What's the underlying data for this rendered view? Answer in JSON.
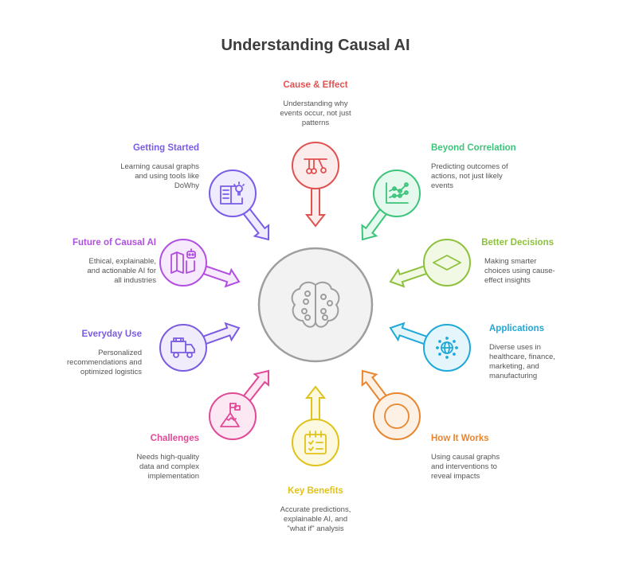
{
  "title": "Understanding Causal AI",
  "center": {
    "icon": "brain-circuit-icon",
    "color": "#9e9e9e",
    "fill": "#f2f2f2"
  },
  "nodes": [
    {
      "id": "cause-effect",
      "title": "Cause & Effect",
      "description": [
        "Understanding why",
        "events occur, not just",
        "patterns"
      ],
      "icon": "newtons-cradle-icon",
      "color": "#e05252",
      "fill": "#fdecec"
    },
    {
      "id": "beyond-correlation",
      "title": "Beyond Correlation",
      "description": [
        "Predicting outcomes of",
        "actions, not just likely",
        "events"
      ],
      "icon": "line-chart-icon",
      "color": "#3cc47a",
      "fill": "#e6f9ee"
    },
    {
      "id": "better-decisions",
      "title": "Better Decisions",
      "description": [
        "Making smarter",
        "choices using cause-",
        "effect insights"
      ],
      "icon": "diamond-icon",
      "color": "#8dc13c",
      "fill": "#f1f9e4"
    },
    {
      "id": "applications",
      "title": "Applications",
      "description": [
        "Diverse uses in",
        "healthcare, finance,",
        "marketing, and",
        "manufacturing"
      ],
      "icon": "globe-icon",
      "color": "#1fa8d8",
      "fill": "#e4f5fb"
    },
    {
      "id": "how-it-works",
      "title": "How It Works",
      "description": [
        "Using causal graphs",
        "and interventions to",
        "reveal impacts"
      ],
      "icon": "circle-icon",
      "color": "#e8862f",
      "fill": "#fdf0e4"
    },
    {
      "id": "key-benefits",
      "title": "Key Benefits",
      "description": [
        "Accurate predictions,",
        "explainable AI, and",
        "\"what if\" analysis"
      ],
      "icon": "checklist-icon",
      "color": "#e0c21a",
      "fill": "#fdf9e0"
    },
    {
      "id": "challenges",
      "title": "Challenges",
      "description": [
        "Needs high-quality",
        "data and complex",
        "implementation"
      ],
      "icon": "mountain-flag-icon",
      "color": "#e04a98",
      "fill": "#fce8f3"
    },
    {
      "id": "everyday-use",
      "title": "Everyday Use",
      "description": [
        "Personalized",
        "recommendations and",
        "optimized logistics"
      ],
      "icon": "delivery-truck-icon",
      "color": "#7b5ce0",
      "fill": "#f0ecfc"
    },
    {
      "id": "future-of-causal-ai",
      "title": "Future of Causal AI",
      "description": [
        "Ethical, explainable,",
        "and actionable AI for",
        "all industries"
      ],
      "icon": "map-robot-icon",
      "color": "#b24fe0",
      "fill": "#f6eafc"
    },
    {
      "id": "getting-started",
      "title": "Getting Started",
      "description": [
        "Learning causal graphs",
        "and using tools like",
        "DoWhy"
      ],
      "icon": "book-lightbulb-icon",
      "color": "#7a5ce8",
      "fill": "#efecfd"
    }
  ]
}
